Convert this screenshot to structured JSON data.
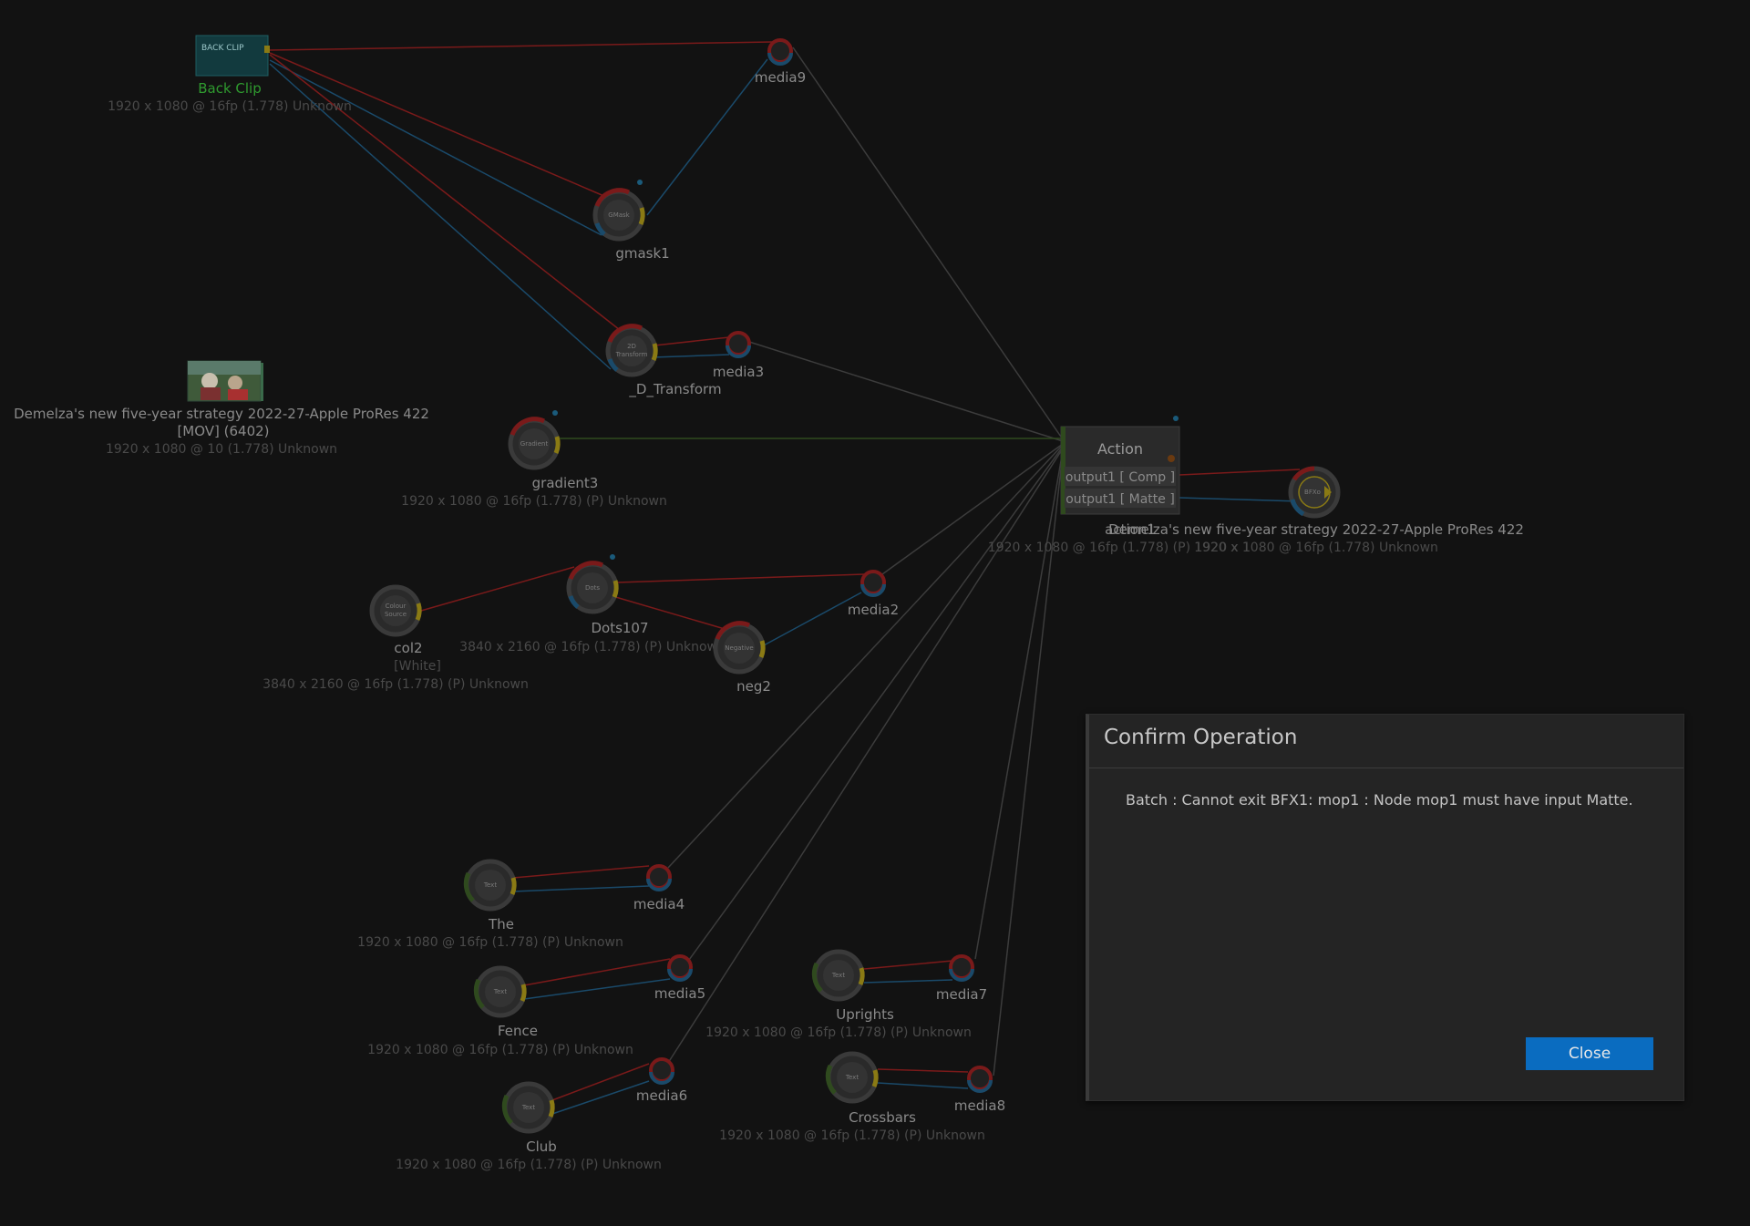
{
  "nodes": {
    "back_clip": {
      "label": "Back Clip",
      "info": "1920 x 1080 @ 16fp (1.778)  Unknown",
      "thumb_text": "BACK CLIP"
    },
    "media9": {
      "label": "media9"
    },
    "gmask1": {
      "label": "gmask1",
      "icon_text": "GMask"
    },
    "d_transform": {
      "label": "_D_Transform",
      "icon_text_1": "2D",
      "icon_text_2": "Transform"
    },
    "media3": {
      "label": "media3"
    },
    "demelza_clip": {
      "label_1": "Demelza's new five-year strategy 2022-27-Apple ProRes 422",
      "label_2": "[MOV] (6402)",
      "info": "1920 x 1080 @ 10 (1.778)  Unknown"
    },
    "gradient3": {
      "label": "gradient3",
      "icon_text": "Gradient",
      "info": "1920 x 1080 @ 16fp (1.778) (P) Unknown"
    },
    "action": {
      "title": "Action",
      "output_comp": "output1 [ Comp ]",
      "output_matte": "output1 [ Matte ]",
      "label": "action1",
      "info": "1920 x 1080 @ 16fp (1.778) (P) 1920 x 1"
    },
    "bfx_output": {
      "label": "Demelza's new five-year strategy 2022-27-Apple ProRes 422",
      "info": "1920 x 1080 @ 16fp (1.778)  Unknown",
      "icon_text": "BFXo"
    },
    "col2": {
      "label": "col2",
      "sub": "[White]",
      "info": "3840 x 2160 @ 16fp (1.778) (P) Unknown",
      "icon_text_1": "Colour",
      "icon_text_2": "Source"
    },
    "dots107": {
      "label": "Dots107",
      "info": "3840 x 2160 @ 16fp (1.778) (P) Unknown",
      "icon_text": "Dots"
    },
    "media2": {
      "label": "media2"
    },
    "neg2": {
      "label": "neg2",
      "icon_text": "Negative"
    },
    "the": {
      "label": "The",
      "info": "1920 x 1080 @ 16fp (1.778) (P) Unknown",
      "icon_text": "Text"
    },
    "media4": {
      "label": "media4"
    },
    "fence": {
      "label": "Fence",
      "info": "1920 x 1080 @ 16fp (1.778) (P) Unknown",
      "icon_text": "Text"
    },
    "media5": {
      "label": "media5"
    },
    "club": {
      "label": "Club",
      "info": "1920 x 1080 @ 16fp (1.778) (P) Unknown",
      "icon_text": "Text"
    },
    "media6": {
      "label": "media6"
    },
    "uprights": {
      "label": "Uprights",
      "info": "1920 x 1080 @ 16fp (1.778) (P) Unknown",
      "icon_text": "Text"
    },
    "media7": {
      "label": "media7"
    },
    "crossbars": {
      "label": "Crossbars",
      "info": "1920 x 1080 @ 16fp (1.778) (P) Unknown",
      "icon_text": "Text"
    },
    "media8": {
      "label": "media8"
    }
  },
  "dialog": {
    "title": "Confirm Operation",
    "message": "Batch : Cannot exit BFX1: mop1 : Node mop1 must have input Matte.",
    "close_label": "Close"
  },
  "colors": {
    "background": "#121212",
    "link_red": "#7a1a1a",
    "link_blue": "#1a4a6a",
    "link_gray": "#3c3c3c",
    "link_green": "#2f4a1e",
    "accent_yellow": "#8a7a14",
    "close_button": "#0a6cc0",
    "back_clip_label": "#2f9a2f"
  }
}
